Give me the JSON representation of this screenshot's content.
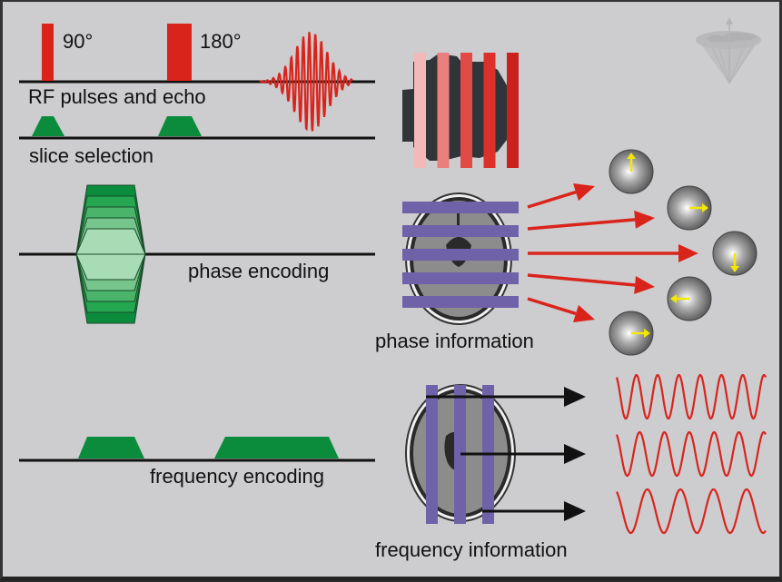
{
  "labels": {
    "pulse_90": "90°",
    "pulse_180": "180°",
    "rf_line": "RF pulses and echo",
    "slice_line": "slice selection",
    "phase_line": "phase encoding",
    "phase_info": "phase information",
    "freq_line": "frequency encoding",
    "freq_info": "frequency information"
  },
  "colors": {
    "background": "#cdcdcf",
    "rf_red": "#d9241c",
    "gradient_green": "#0a8c3c",
    "band_purple": "#6f62a8",
    "arrow_black": "#111111",
    "spin_yellow": "#f4e800"
  },
  "slice_bands": [
    "#f3b8b8",
    "#ea7f7d",
    "#e24a46",
    "#de302b",
    "#cc211c"
  ],
  "phase_steps": 5,
  "spins": [
    {
      "direction": "up"
    },
    {
      "direction": "right"
    },
    {
      "direction": "down"
    },
    {
      "direction": "left"
    },
    {
      "direction": "right"
    }
  ],
  "frequency_signals": [
    {
      "cycles": 7
    },
    {
      "cycles": 6
    },
    {
      "cycles": 4.5
    }
  ]
}
